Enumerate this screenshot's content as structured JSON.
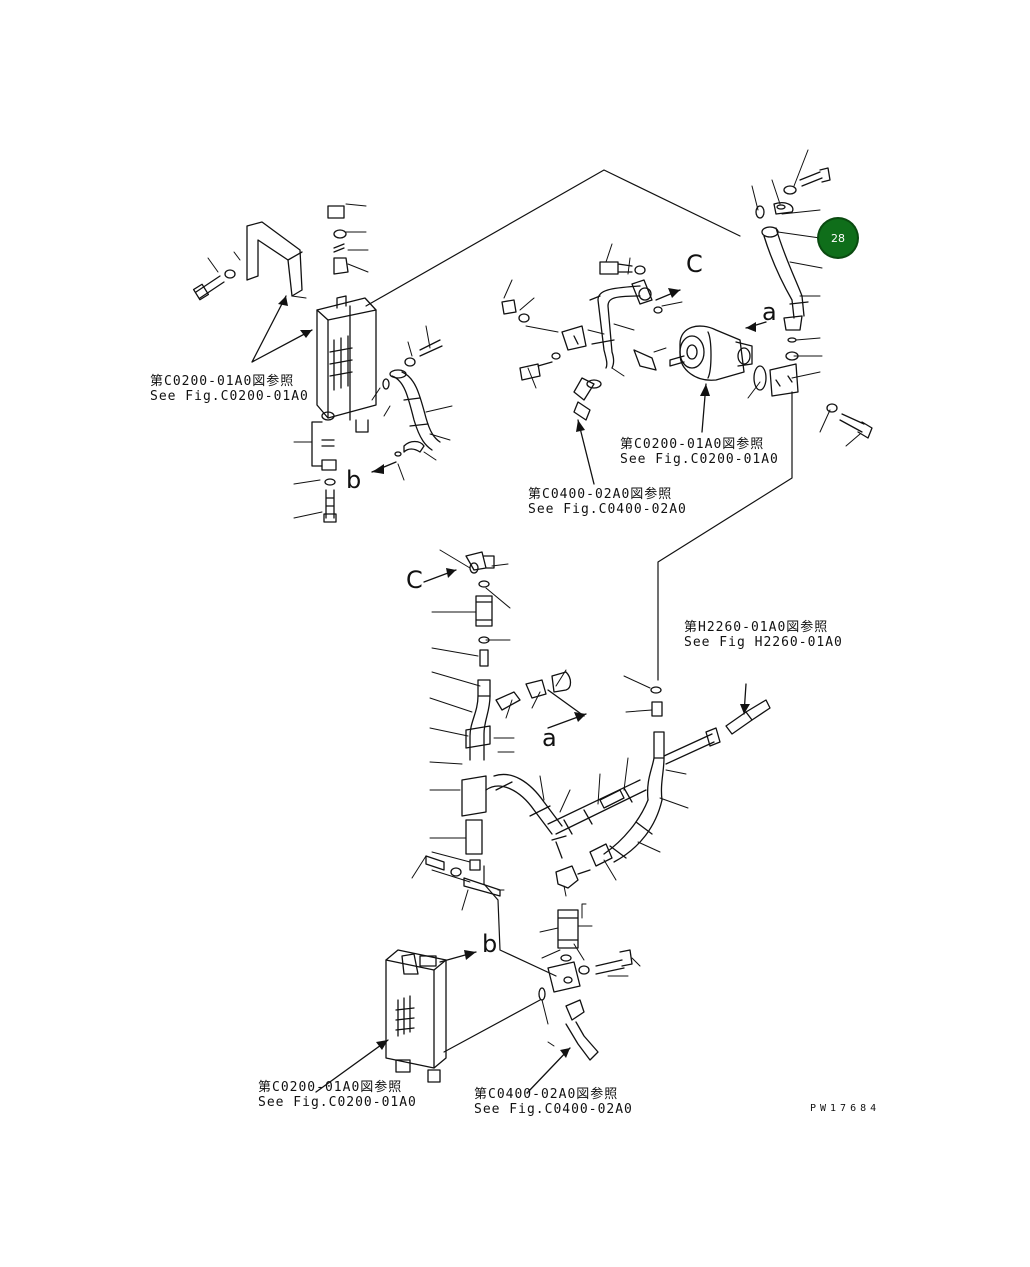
{
  "diagram": {
    "drawing_code": "PW17684",
    "highlight": {
      "label": "28",
      "fill": "#0f6e1a",
      "ring": "#0a4a10",
      "text_color": "#ffffff"
    },
    "connector_letters": {
      "a": "a",
      "b": "b",
      "c": "C"
    },
    "refs": [
      {
        "jp": "第C0200-01A0図参照",
        "en": "See Fig.C0200-01A0"
      },
      {
        "jp": "第C0200-01A0図参照",
        "en": "See Fig.C0200-01A0"
      },
      {
        "jp": "第C0400-02A0図参照",
        "en": "See Fig.C0400-02A0"
      },
      {
        "jp": "第H2260-01A0図参照",
        "en": "See Fig H2260-01A0"
      },
      {
        "jp": "第C0200-01A0図参照",
        "en": "See Fig.C0200-01A0"
      },
      {
        "jp": "第C0400-02A0図参照",
        "en": "See Fig.C0400-02A0"
      }
    ]
  }
}
